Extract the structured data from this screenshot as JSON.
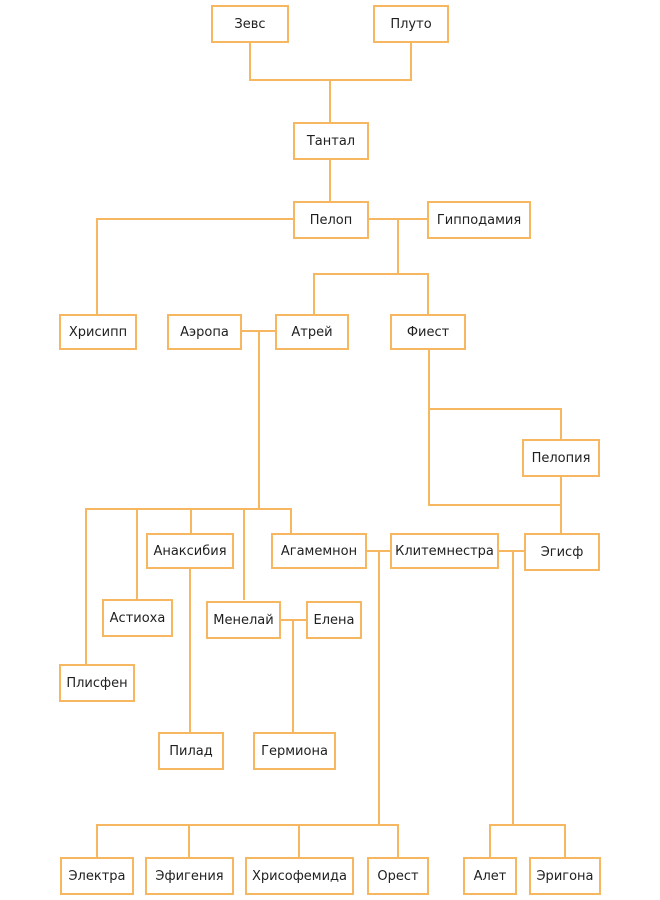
{
  "colors": {
    "line": "#f7b760",
    "text": "#1f1f1f"
  },
  "nodes": {
    "zeus": "Зевс",
    "pluto": "Плуто",
    "tantal": "Тантал",
    "pelop": "Пелоп",
    "hippodamia": "Гипподамия",
    "chrysippus": "Хрисипп",
    "aerope": "Аэропа",
    "atreus": "Атрей",
    "thyestes": "Фиест",
    "pelopia": "Пелопия",
    "anaxibia": "Анаксибия",
    "agamemnon": "Агамемнон",
    "clytemnestra": "Клитемнестра",
    "aegisthus": "Эгисф",
    "astyoche": "Астиоха",
    "menelaus": "Менелай",
    "helen": "Елена",
    "pleisthenes": "Плисфен",
    "pylades": "Пилад",
    "hermione": "Гермиона",
    "electra": "Электра",
    "iphigenia": "Эфигения",
    "chrysothemis": "Хрисофемида",
    "orestes": "Орест",
    "aletes": "Алет",
    "erigone": "Эригона"
  }
}
